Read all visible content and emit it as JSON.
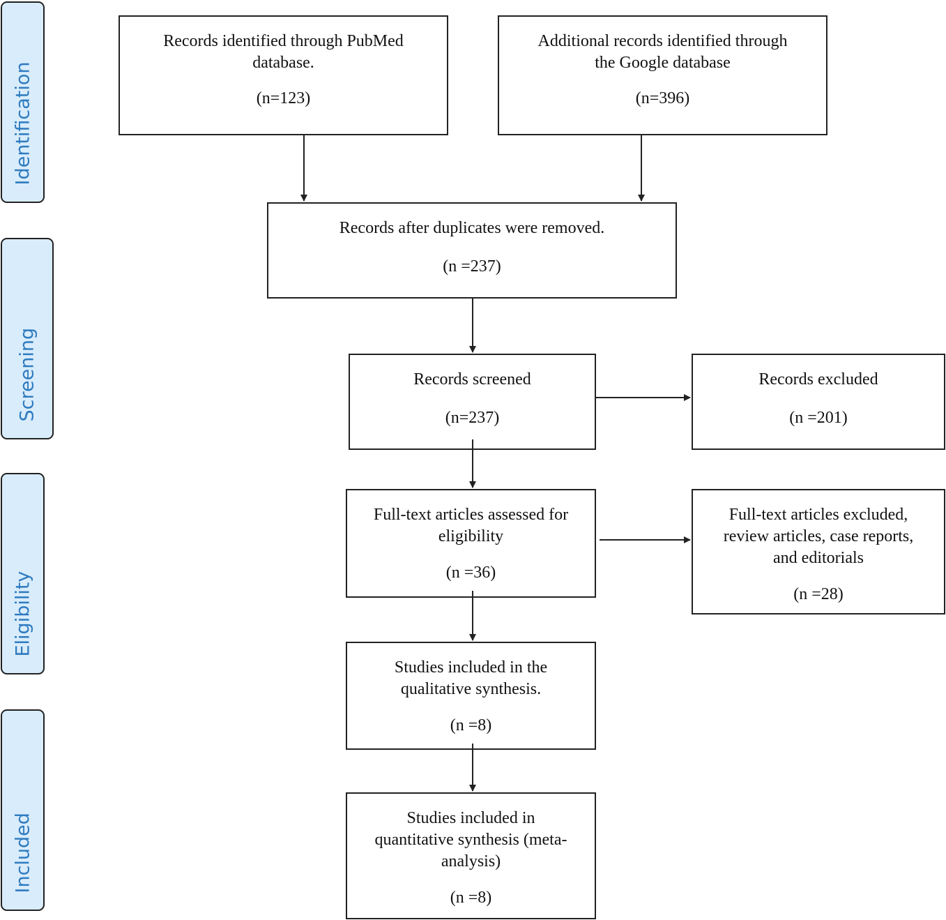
{
  "colors": {
    "phase_fill": "#d9ecfb",
    "phase_text": "#2e7bbf",
    "line": "#222222"
  },
  "phases": [
    {
      "id": "identification",
      "label": "Identification"
    },
    {
      "id": "screening",
      "label": "Screening"
    },
    {
      "id": "eligibility",
      "label": "Eligibility"
    },
    {
      "id": "included",
      "label": "Included"
    }
  ],
  "boxes": {
    "pubmed": {
      "text": "Records identified through PubMed\ndatabase.",
      "count": "(n=123)"
    },
    "google": {
      "text": "Additional records identified through\nthe Google database",
      "count": "(n=396)"
    },
    "duplicates": {
      "text": "Records after duplicates were removed.",
      "count": "(n =237)"
    },
    "screened": {
      "text": "Records screened",
      "count": "(n=237)"
    },
    "excluded": {
      "text": "Records excluded",
      "count": "(n =201)"
    },
    "fulltext": {
      "text": "Full-text articles assessed for\neligibility",
      "count": "(n =36)"
    },
    "fulltext_excluded": {
      "text": "Full-text articles excluded,\nreview articles, case reports,\nand editorials",
      "count": "(n =28)"
    },
    "qualitative": {
      "text": "Studies included in the\nqualitative synthesis.",
      "count": "(n =8)"
    },
    "quantitative": {
      "text": "Studies included in\nquantitative synthesis (meta-\nanalysis)",
      "count": "(n =8)"
    }
  }
}
